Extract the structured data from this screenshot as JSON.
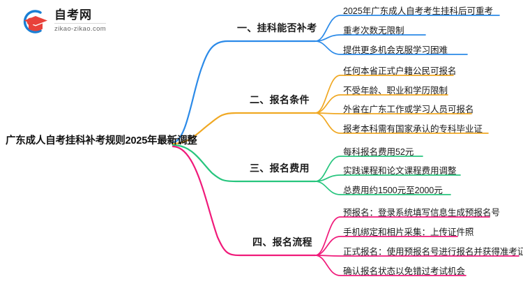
{
  "logo": {
    "title": "自考网",
    "url": "zikao-zikao.com",
    "mark_arc_color": "#1a7fd4",
    "mark_cap_color": "#e8413a"
  },
  "mindmap": {
    "root": "广东成人自考挂科补考规则2025年最新调整",
    "branches": [
      {
        "label": "一、挂科能否补考",
        "color": "#2b8ae8",
        "children": [
          "2025年广东成人自考考生挂科后可重考",
          "重考次数无限制",
          "提供更多机会克服学习困难"
        ]
      },
      {
        "label": "二、报名条件",
        "color": "#f0a823",
        "children": [
          "任何本省正式户籍公民可报名",
          "不受年龄、职业和学历限制",
          "外省在广东工作或学习人员可报名",
          "报考本科需有国家承认的专科毕业证"
        ]
      },
      {
        "label": "三、报名费用",
        "color": "#27c57e",
        "children": [
          "每科报名费用52元",
          "实践课程和论文课程费用调整",
          "总费用约1500元至2000元"
        ]
      },
      {
        "label": "四、报名流程",
        "color": "#f01a7a",
        "children": [
          "预报名：登录系统填写信息生成预报名号",
          "手机绑定和相片采集：上传证件照",
          "正式报名：使用预报名号进行报名并获得准考证号",
          "确认报名状态以免错过考试机会"
        ]
      }
    ]
  }
}
